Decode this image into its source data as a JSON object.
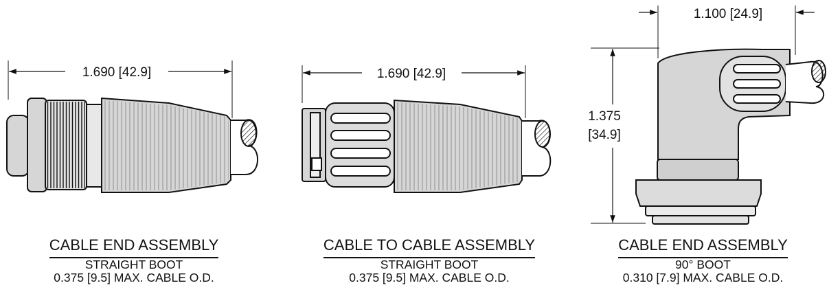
{
  "assemblies": [
    {
      "dimension": "1.690 [42.9]",
      "title": "CABLE END ASSEMBLY",
      "boot": "STRAIGHT BOOT",
      "cable_od": "0.375 [9.5] MAX. CABLE O.D."
    },
    {
      "dimension": "1.690 [42.9]",
      "title": "CABLE TO CABLE ASSEMBLY",
      "boot": "STRAIGHT BOOT",
      "cable_od": "0.375 [9.5] MAX. CABLE O.D."
    },
    {
      "width_dimension": "1.100 [24.9]",
      "height_dimension_line1": "1.375",
      "height_dimension_line2": "[34.9]",
      "title": "CABLE END ASSEMBLY",
      "boot": "90° BOOT",
      "cable_od": "0.310 [7.9] MAX. CABLE O.D."
    }
  ],
  "colors": {
    "line": "#111111",
    "body": "#d6d6d6",
    "body_dark": "#bdbdbd",
    "background": "#ffffff"
  }
}
